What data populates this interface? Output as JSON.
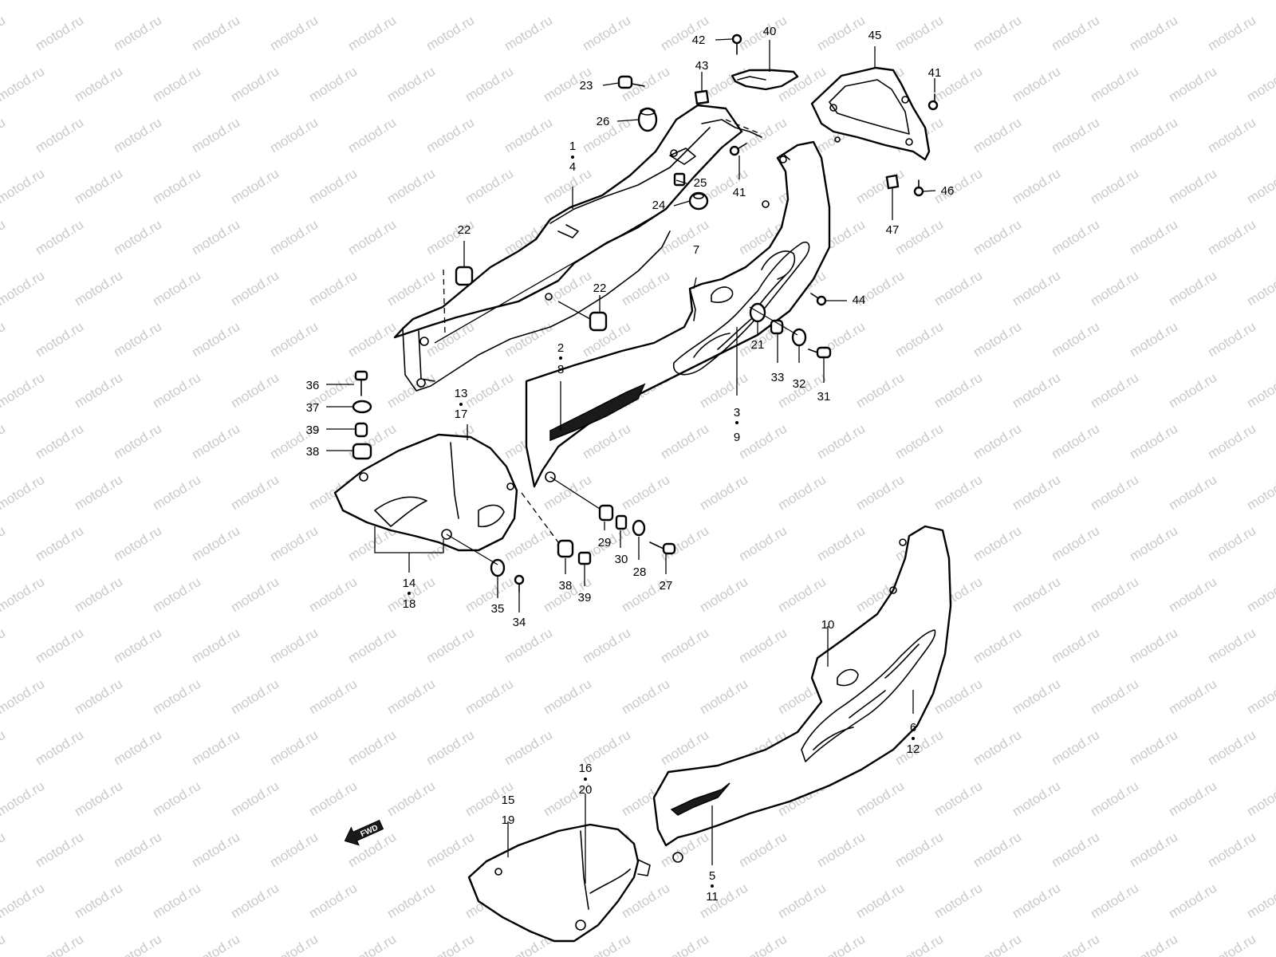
{
  "watermark": {
    "text": "motod.ru"
  },
  "fwd_label": "FWD",
  "callouts": {
    "c1": "1",
    "c4": "4",
    "c2": "2",
    "c8": "8",
    "c3": "3",
    "c9": "9",
    "c5": "5",
    "c11": "11",
    "c6": "6",
    "c12": "12",
    "c7": "7",
    "c10": "10",
    "c13": "13",
    "c17": "17",
    "c14": "14",
    "c18": "18",
    "c15": "15",
    "c19": "19",
    "c16": "16",
    "c20": "20",
    "c21": "21",
    "c22a": "22",
    "c22b": "22",
    "c23": "23",
    "c24": "24",
    "c25": "25",
    "c26": "26",
    "c27": "27",
    "c28": "28",
    "c29": "29",
    "c30": "30",
    "c31": "31",
    "c32": "32",
    "c33": "33",
    "c34": "34",
    "c35": "35",
    "c36": "36",
    "c37": "37",
    "c38a": "38",
    "c38b": "38",
    "c39a": "39",
    "c39b": "39",
    "c40": "40",
    "c41a": "41",
    "c41b": "41",
    "c42": "42",
    "c43": "43",
    "c44": "44",
    "c45": "45",
    "c46": "46",
    "c47": "47"
  }
}
